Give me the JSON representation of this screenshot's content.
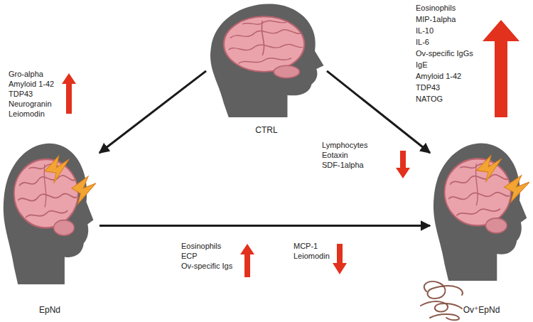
{
  "diagram": {
    "nodes": [
      {
        "text": [
          "CTRL"
        ]
      },
      {
        "text": [
          "EpNd"
        ]
      },
      {
        "text": [
          "Ov⁺EpNd"
        ]
      }
    ],
    "edges": [
      {
        "from": 0,
        "to": 1,
        "arrow": "to"
      },
      {
        "from": 0,
        "to": 2,
        "arrow": "to"
      },
      {
        "from": 1,
        "to": 2,
        "arrow": "to"
      }
    ],
    "labels": [
      "Gro-alpha",
      "Amyloid 1-42",
      "TDP43",
      "Neurogranin",
      "Leiomodin",
      "Eosinophils",
      "MIP-1alpha",
      "IL-10",
      "IL-6",
      "Ov-specific IgGs",
      "IgE",
      "Amyloid 1-42",
      "TDP43",
      "NATOG",
      "Lymphocytes",
      "Eotaxin",
      "SDF-1alpha",
      "Eosinophils",
      "ECP",
      "Ov-specific Igs",
      "MCP-1",
      "Leiomodin"
    ]
  }
}
